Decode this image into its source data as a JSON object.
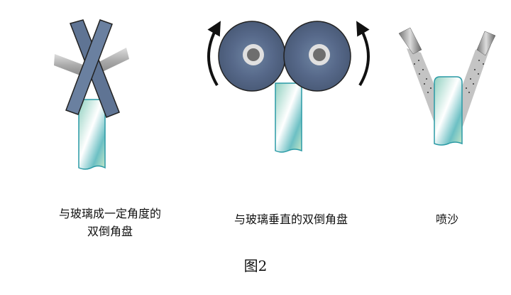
{
  "figure": {
    "panels": [
      {
        "caption_line1": "与玻璃成一定角度的",
        "caption_line2": "双倒角盘"
      },
      {
        "caption_line1": "与玻璃垂直的双倒角盘"
      },
      {
        "caption_line1": "喷沙"
      }
    ],
    "figure_label": "图2"
  },
  "colors": {
    "glass": "#9fd6cc",
    "glass_edge": "#2a9aa5",
    "disc": "#5a6f8c",
    "rod": "#b8b8b8"
  }
}
